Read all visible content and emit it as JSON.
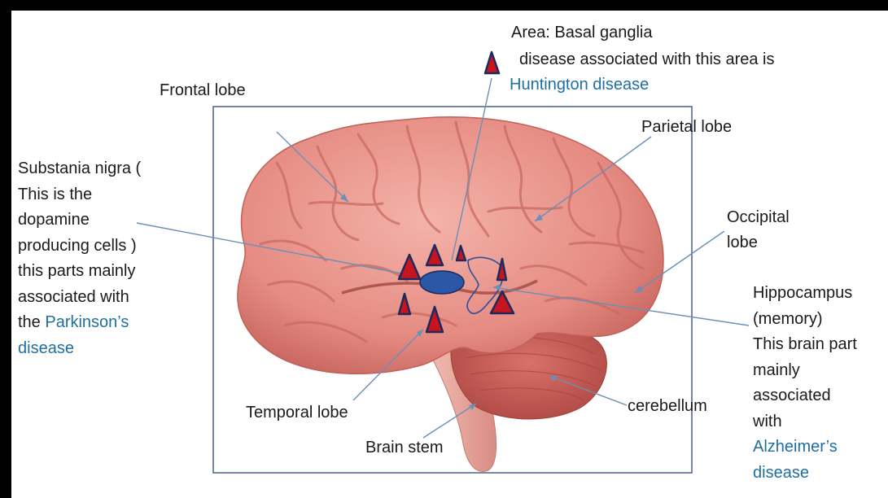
{
  "labels": {
    "basal_ganglia": {
      "line1": "Area: Basal ganglia",
      "line2": "disease associated with this area is",
      "disease": "Huntington disease"
    },
    "frontal_lobe": "Frontal lobe",
    "parietal_lobe": "Parietal lobe",
    "substantia_nigra": {
      "lines": [
        "Substania nigra (",
        "This is the",
        "dopamine",
        "producing cells )",
        "this parts mainly",
        "associated with"
      ],
      "prefix": "the ",
      "disease_1": "Parkinson’s",
      "disease_2": "disease"
    },
    "occipital_lobe": [
      "Occipital",
      "lobe"
    ],
    "hippocampus": {
      "lines": [
        "Hippocampus",
        "(memory)",
        "This brain part",
        "mainly",
        "associated",
        "with"
      ],
      "disease_1": "Alzheimer’s",
      "disease_2": "disease"
    },
    "temporal_lobe": "Temporal lobe",
    "cerebellum": "cerebellum",
    "brain_stem": "Brain stem"
  },
  "colors": {
    "brain": "#e7928a",
    "cerebellum": "#c85a52",
    "pointer_line": "#6a8fb8",
    "marker_fill": "#c8141e",
    "marker_stroke": "#1c2a5c",
    "oval": "#2b57a6",
    "highlight_text": "#1f6fa3"
  }
}
